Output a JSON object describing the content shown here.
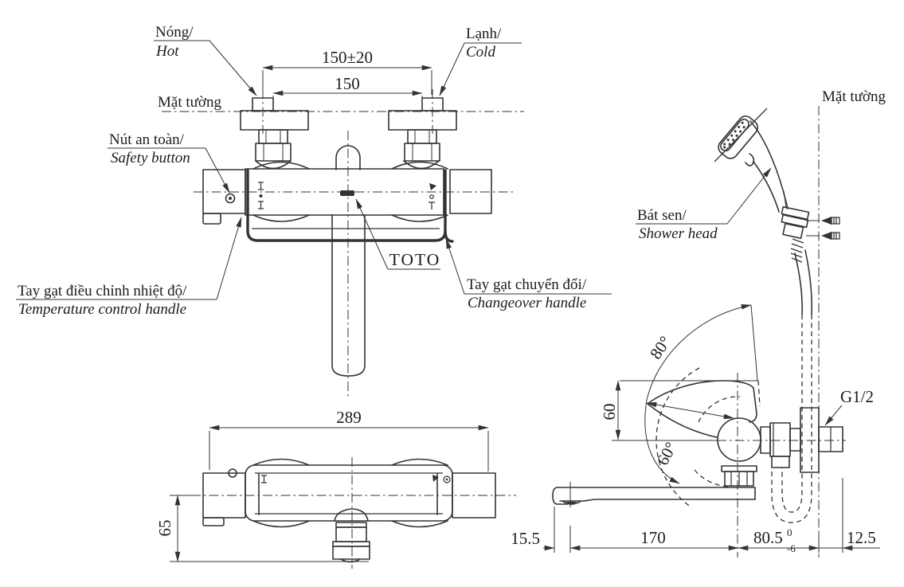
{
  "labels": {
    "hot_vi": "Nóng/",
    "hot_en": "Hot",
    "cold_vi": "Lạnh/",
    "cold_en": "Cold",
    "wall_left": "Mặt tường",
    "wall_right": "Mặt tường",
    "safety_vi": "Nút an toàn/",
    "safety_en": "Safety button",
    "temp_vi": "Tay gạt điều chỉnh nhiệt độ/",
    "temp_en": "Temperature control handle",
    "changeover_vi": "Tay gạt chuyển đổi/",
    "changeover_en": "Changeover handle",
    "shower_vi": "Bát sen/",
    "shower_en": "Shower head",
    "brand": "TOTO",
    "thread": "G1/2"
  },
  "dimensions": {
    "pitch_tol": "150±20",
    "pitch": "150",
    "body_width": "289",
    "axis_to_spout_bottom": "65",
    "spout_tip_offset": "15.5",
    "spout_reach": "170",
    "wall_to_axis": "80.5",
    "tol_upper": "0",
    "tol_lower": "-6",
    "wall_thickness": "12.5",
    "swing_up": "80°",
    "lever_height": "60",
    "swing_down": "60°"
  },
  "style": {
    "line_color": "#333333",
    "background": "#ffffff"
  }
}
